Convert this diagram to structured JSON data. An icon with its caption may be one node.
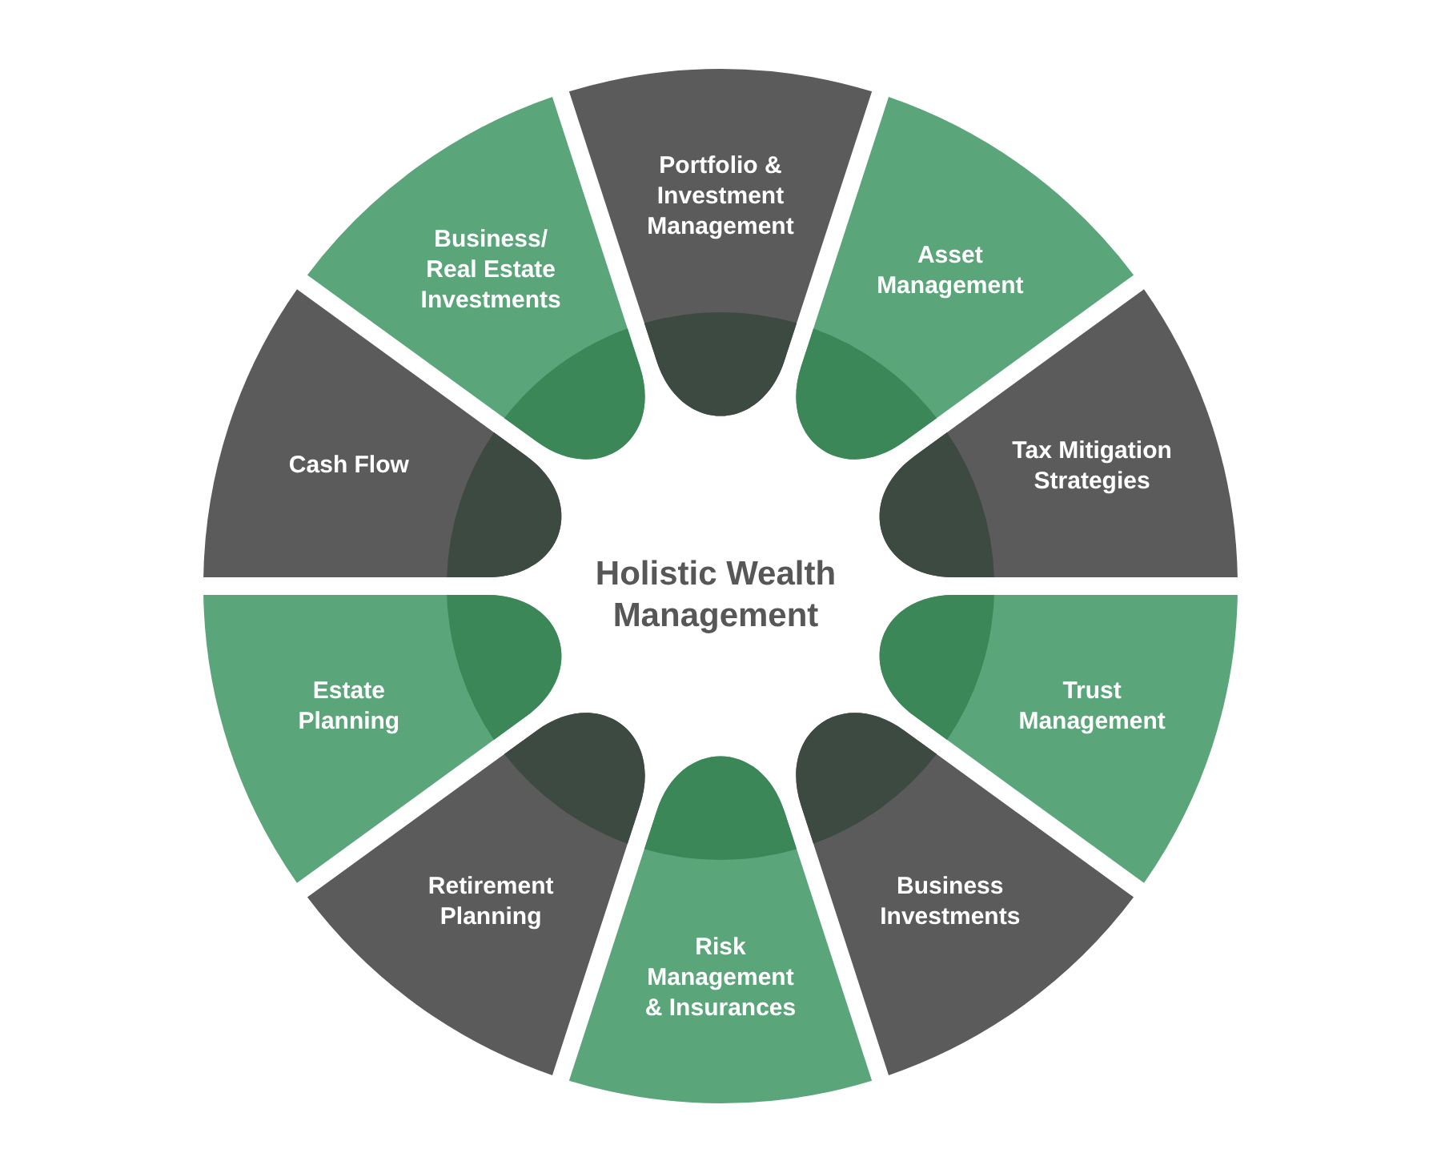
{
  "diagram": {
    "title": "Holistic Wealth Management",
    "nodes": [
      {
        "text": [
          "Portfolio & Investment Management"
        ]
      },
      {
        "text": [
          "Asset Management"
        ]
      },
      {
        "text": [
          "Tax Mitigation Strategies"
        ]
      },
      {
        "text": [
          "Trust Management"
        ]
      },
      {
        "text": [
          "Business Investments"
        ]
      },
      {
        "text": [
          "Risk Management & Insurances"
        ]
      },
      {
        "text": [
          "Retirement Planning"
        ]
      },
      {
        "text": [
          "Estate Planning"
        ]
      },
      {
        "text": [
          "Cash Flow"
        ]
      },
      {
        "text": [
          "Business/ Real Estate Investments"
        ]
      }
    ]
  }
}
